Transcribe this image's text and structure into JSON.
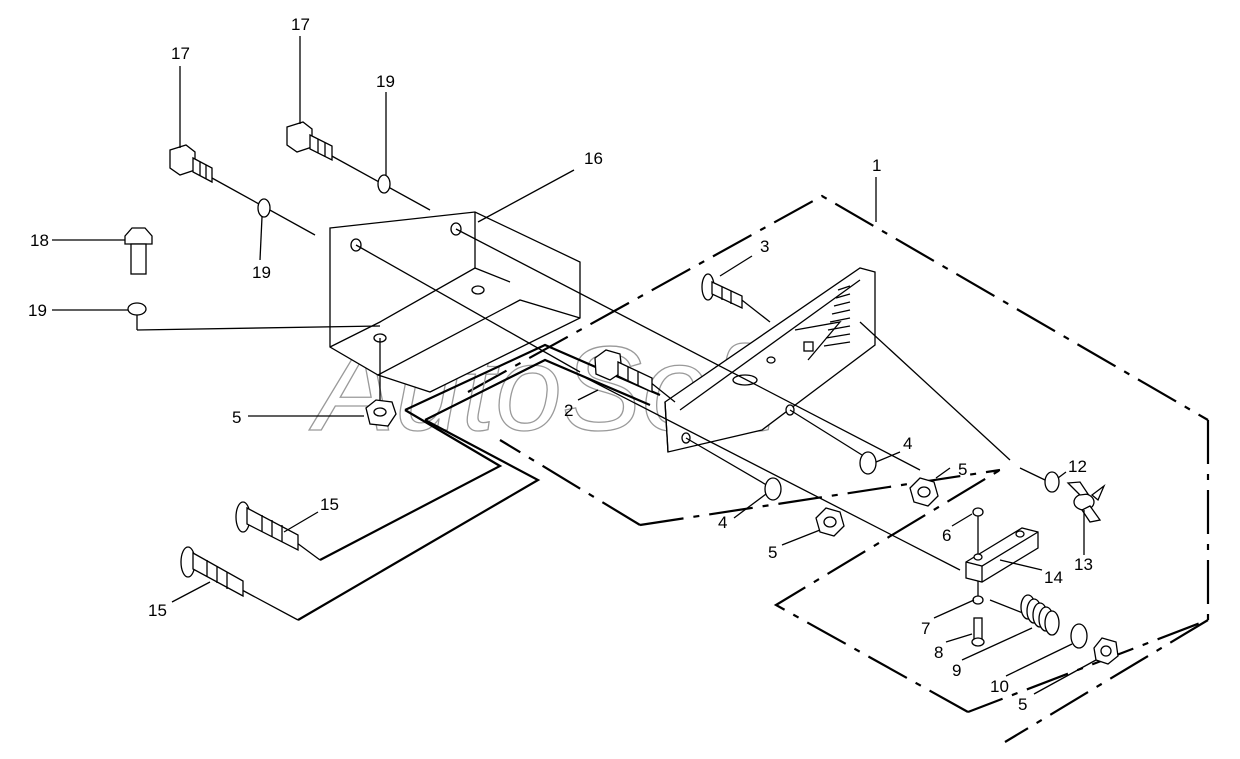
{
  "watermark": "AutoSoft",
  "callouts": {
    "c1": "1",
    "c2": "2",
    "c3": "3",
    "c4a": "4",
    "c4b": "4",
    "c5a": "5",
    "c5b": "5",
    "c5c": "5",
    "c5d": "5",
    "c6": "6",
    "c7": "7",
    "c8": "8",
    "c9": "9",
    "c10": "10",
    "c12": "12",
    "c13": "13",
    "c14": "14",
    "c15a": "15",
    "c15b": "15",
    "c16": "16",
    "c17a": "17",
    "c17b": "17",
    "c18": "18",
    "c19a": "19",
    "c19b": "19",
    "c19c": "19"
  }
}
